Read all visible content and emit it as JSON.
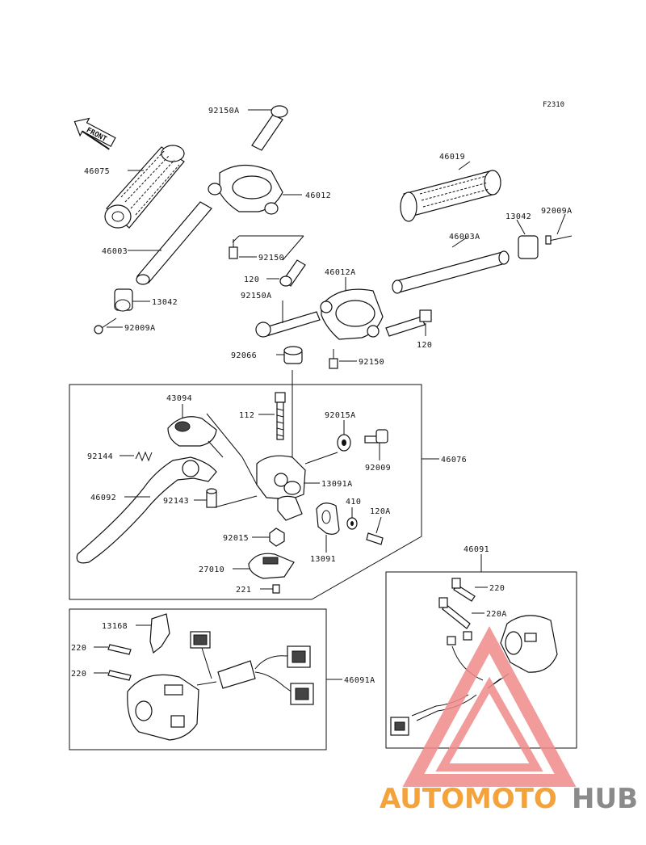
{
  "figure_id": "F2310",
  "front_label": "FRONT",
  "parts": [
    {
      "id": "p92150A_top",
      "label": "92150A"
    },
    {
      "id": "p46075",
      "label": "46075"
    },
    {
      "id": "p46012",
      "label": "46012"
    },
    {
      "id": "p46003",
      "label": "46003"
    },
    {
      "id": "p92150_l",
      "label": "92150"
    },
    {
      "id": "p120_l",
      "label": "120"
    },
    {
      "id": "p13042_l",
      "label": "13042"
    },
    {
      "id": "p92009A_l",
      "label": "92009A"
    },
    {
      "id": "p46019",
      "label": "46019"
    },
    {
      "id": "p13042_r",
      "label": "13042"
    },
    {
      "id": "p92009A_r",
      "label": "92009A"
    },
    {
      "id": "p46003A",
      "label": "46003A"
    },
    {
      "id": "p46012A",
      "label": "46012A"
    },
    {
      "id": "p92150A_m",
      "label": "92150A"
    },
    {
      "id": "p120_r",
      "label": "120"
    },
    {
      "id": "p92066",
      "label": "92066"
    },
    {
      "id": "p92150_m",
      "label": "92150"
    },
    {
      "id": "p43094",
      "label": "43094"
    },
    {
      "id": "p112",
      "label": "112"
    },
    {
      "id": "p92015A",
      "label": "92015A"
    },
    {
      "id": "p92144",
      "label": "92144"
    },
    {
      "id": "p92009",
      "label": "92009"
    },
    {
      "id": "p46076",
      "label": "46076"
    },
    {
      "id": "p46092",
      "label": "46092"
    },
    {
      "id": "p13091A",
      "label": "13091A"
    },
    {
      "id": "p92143",
      "label": "92143"
    },
    {
      "id": "p410",
      "label": "410"
    },
    {
      "id": "p120A",
      "label": "120A"
    },
    {
      "id": "p92015",
      "label": "92015"
    },
    {
      "id": "p13091",
      "label": "13091"
    },
    {
      "id": "p27010",
      "label": "27010"
    },
    {
      "id": "p221",
      "label": "221"
    },
    {
      "id": "p46091",
      "label": "46091"
    },
    {
      "id": "p220_r",
      "label": "220"
    },
    {
      "id": "p220A",
      "label": "220A"
    },
    {
      "id": "p13168",
      "label": "13168"
    },
    {
      "id": "p220_l1",
      "label": "220"
    },
    {
      "id": "p220_l2",
      "label": "220"
    },
    {
      "id": "p46091A",
      "label": "46091A"
    }
  ],
  "watermark": {
    "part1": "AUTOMOTO",
    "part2": "HUB",
    "colors": {
      "orange": "#f3a33a",
      "red": "#e8423a",
      "gray": "#8a8a8a",
      "triangle": "#f08a8a"
    }
  }
}
